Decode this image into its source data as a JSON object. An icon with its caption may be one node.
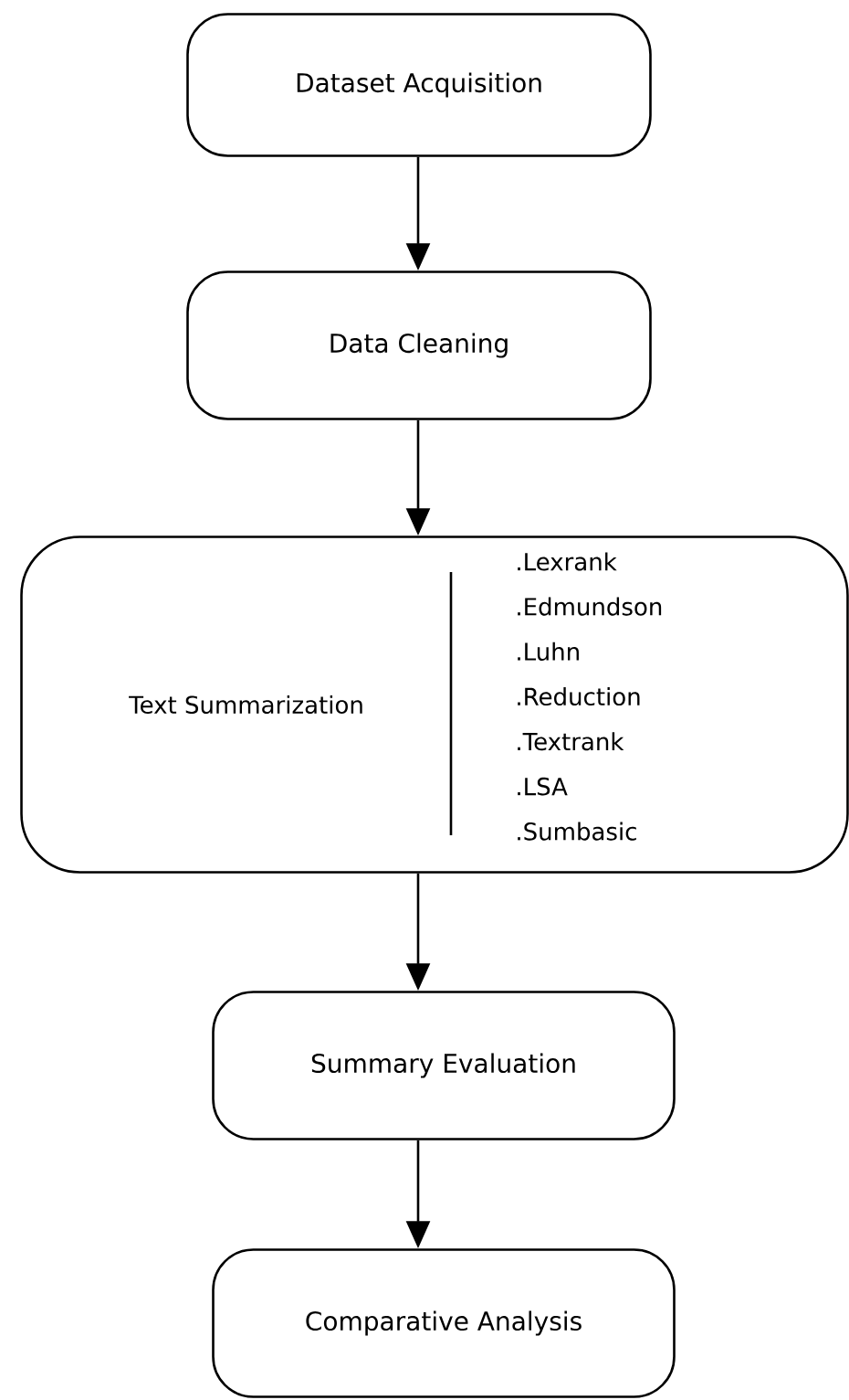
{
  "diagram": {
    "nodes": [
      {
        "text": [
          "Dataset Acquisition"
        ]
      },
      {
        "text": [
          "Data Cleaning"
        ]
      },
      {
        "text": [
          "Text Summarization",
          ".Lexrank",
          ".Edmundson",
          ".Luhn",
          ".Reduction",
          ".Textrank",
          ".LSA",
          ".Sumbasic"
        ]
      },
      {
        "text": [
          "Summary Evaluation"
        ]
      },
      {
        "text": [
          "Comparative Analysis"
        ]
      }
    ],
    "edges": [
      {
        "from": 0,
        "to": 1,
        "arrow": "to"
      },
      {
        "from": 1,
        "to": 2,
        "arrow": "to"
      },
      {
        "from": 2,
        "to": 3,
        "arrow": "to"
      },
      {
        "from": 3,
        "to": 4,
        "arrow": "to"
      }
    ]
  }
}
